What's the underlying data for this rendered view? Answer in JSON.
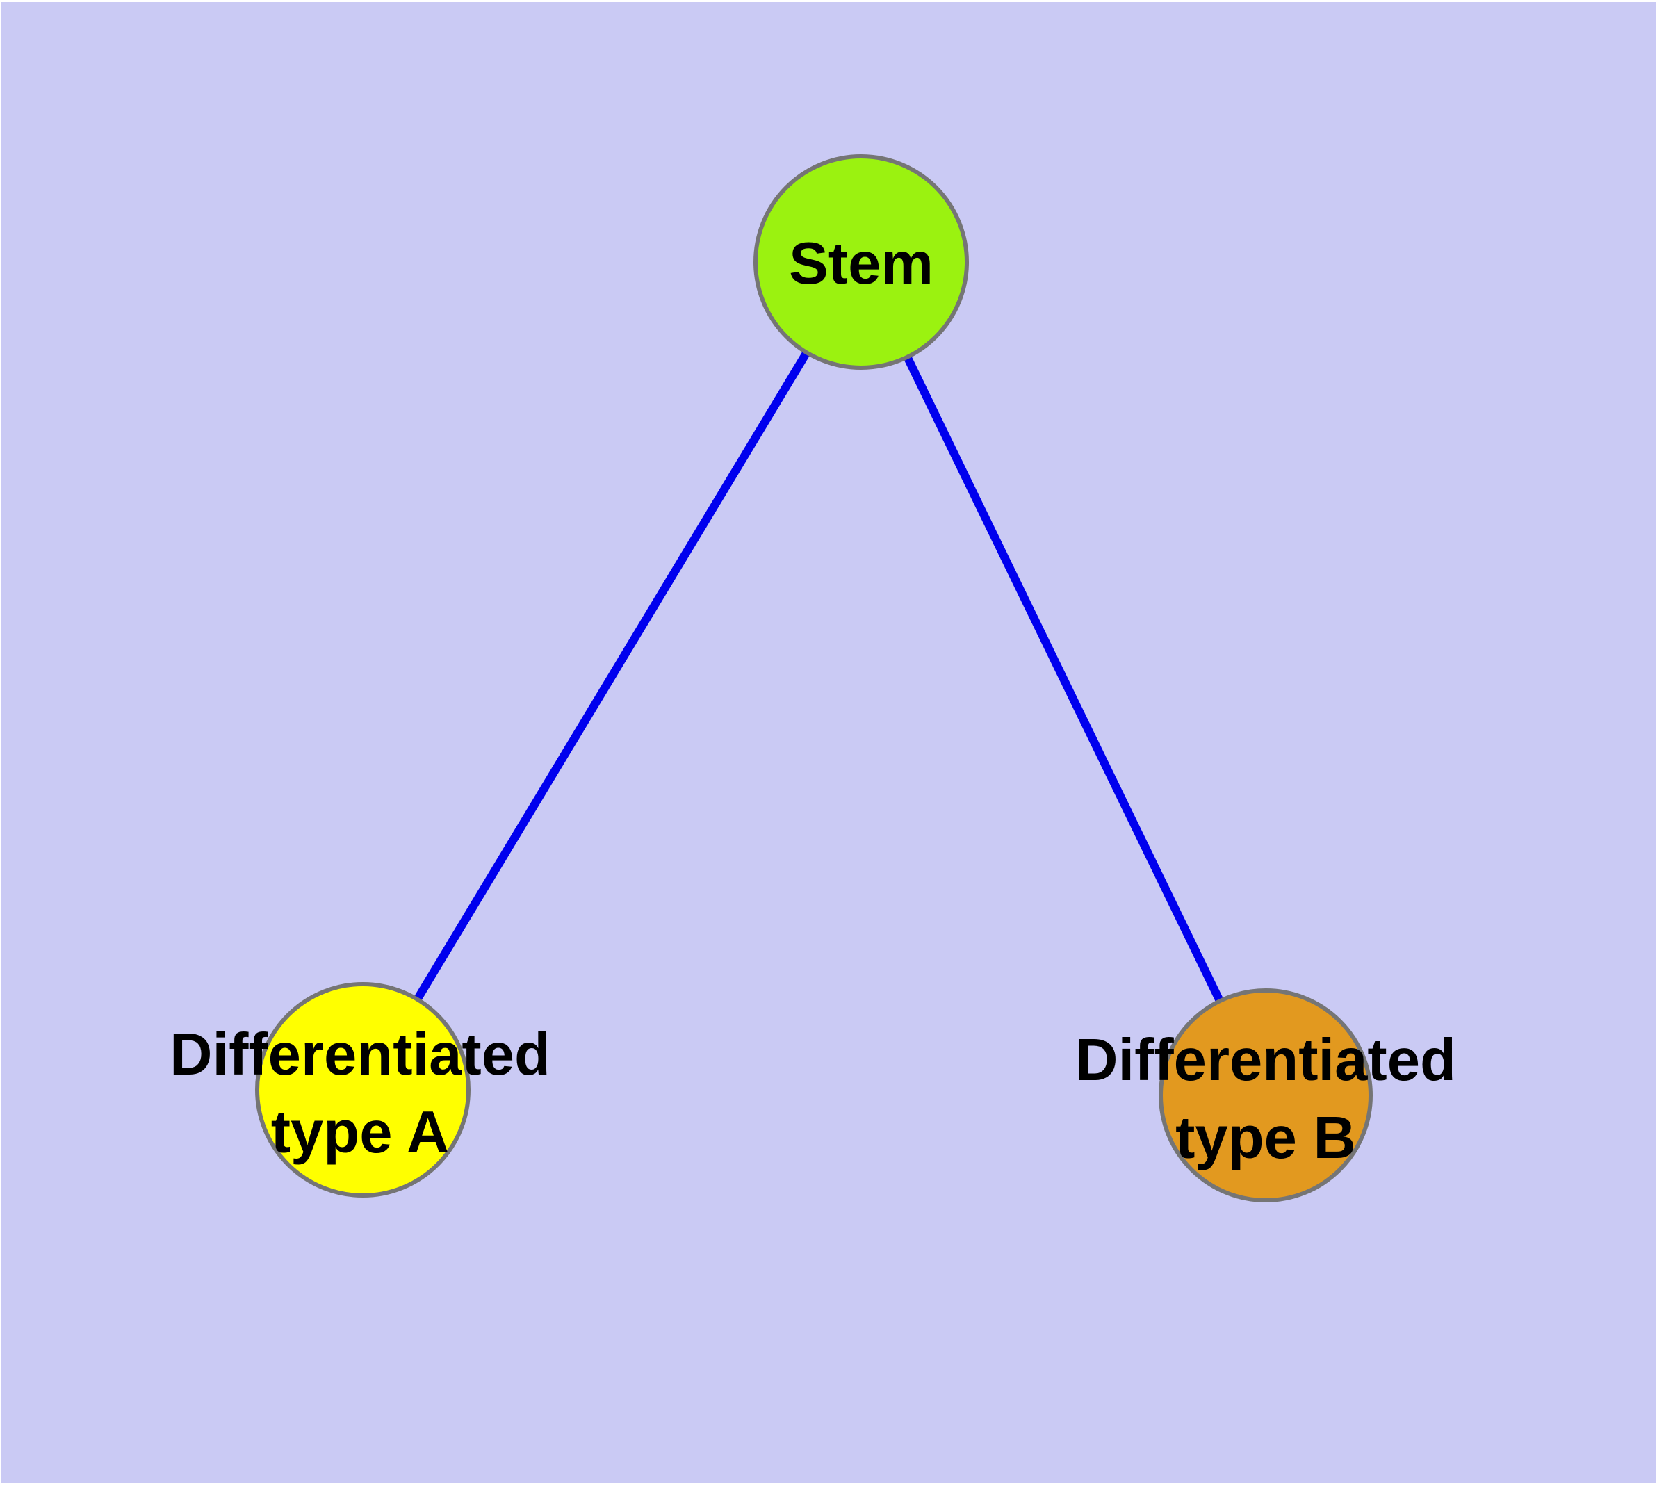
{
  "diagram": {
    "type": "graph",
    "colors": {
      "background": "#CACAF4",
      "edge": "#0000EE",
      "node_border": "#757575",
      "label_text": "#000000"
    },
    "nodes": [
      {
        "id": "stem",
        "label": "Stem",
        "fill": "#9BF210"
      },
      {
        "id": "differentiated-type-a",
        "label": "Differentiated type A",
        "label_lines": [
          "Differentiated",
          "type A"
        ],
        "fill": "#FFFF00"
      },
      {
        "id": "differentiated-type-b",
        "label": "Differentiated type B",
        "label_lines": [
          "Differentiated",
          "type B"
        ],
        "fill": "#E2991F"
      }
    ],
    "edges": [
      {
        "from": "Stem",
        "to": "Differentiated type A"
      },
      {
        "from": "Stem",
        "to": "Differentiated type B"
      }
    ]
  }
}
